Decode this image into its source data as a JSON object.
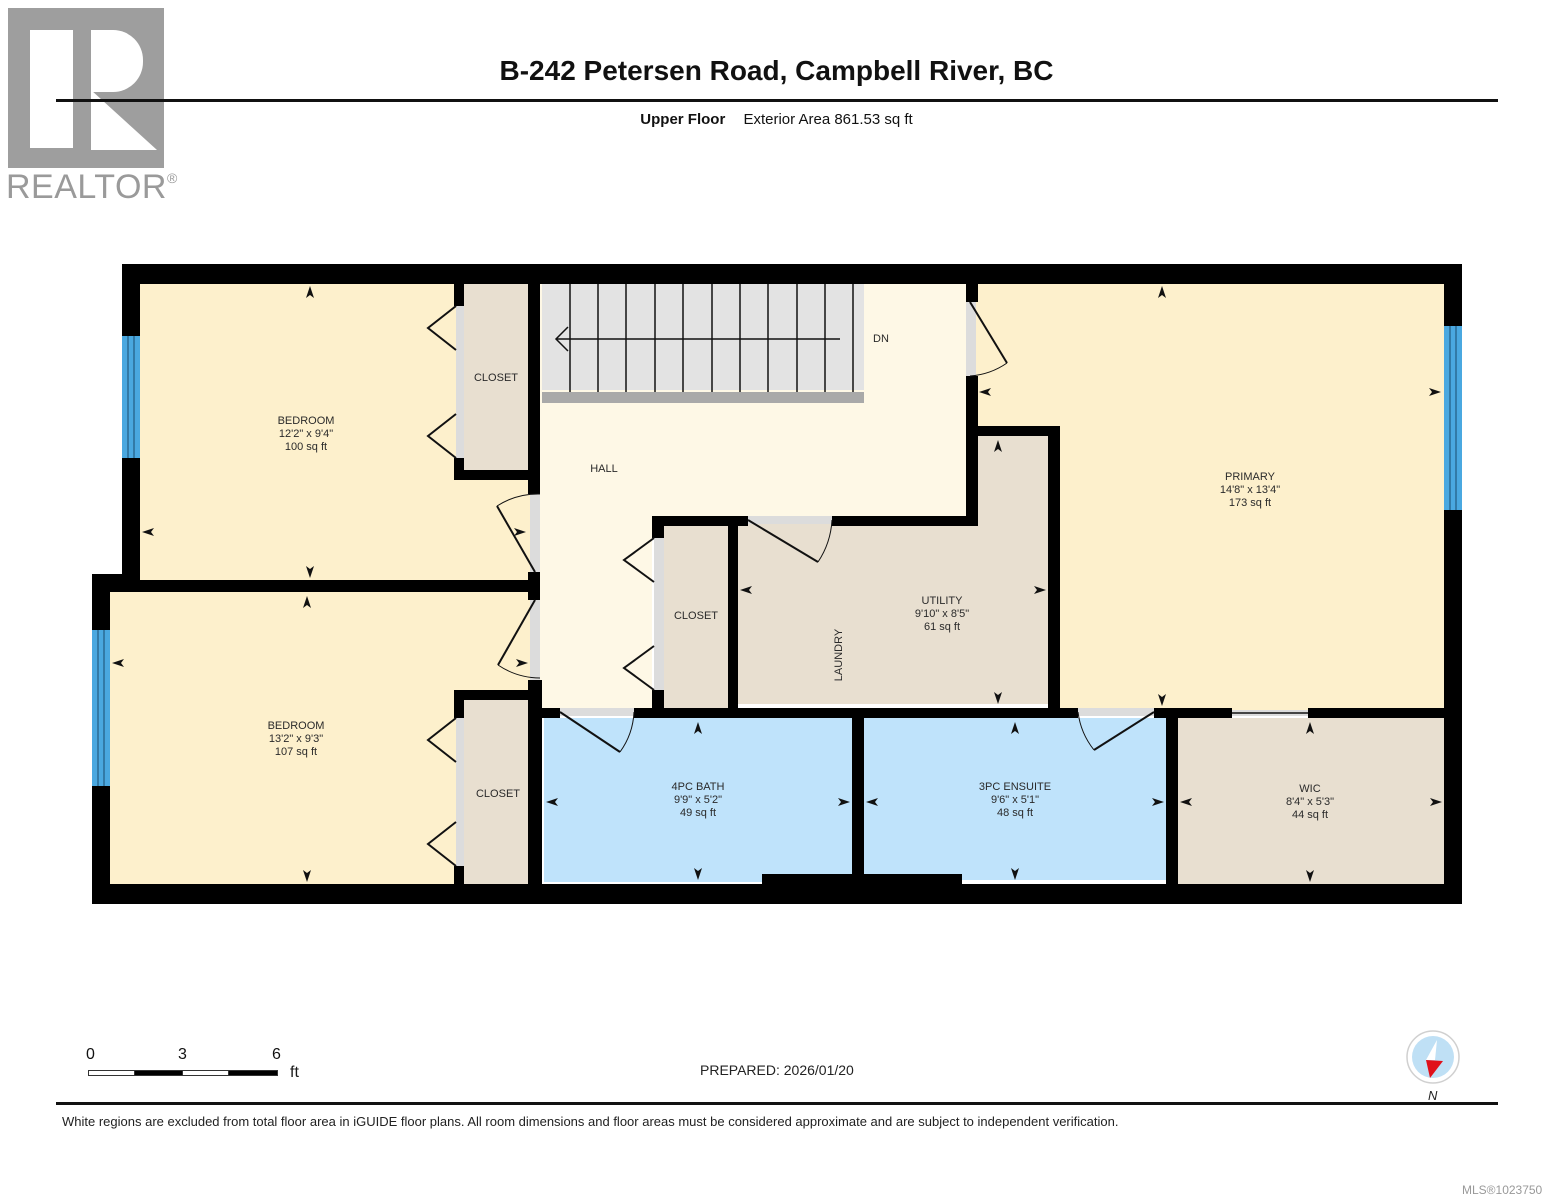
{
  "header": {
    "title": "B-242 Petersen Road, Campbell River, BC",
    "floor_label": "Upper Floor",
    "area_label": "Exterior Area 861.53 sq ft"
  },
  "logo": {
    "text": "REALTOR",
    "mark": "®"
  },
  "colors": {
    "wall": "#000000",
    "bedroom_fill": "#fdf0cc",
    "hall_fill": "#fef8e6",
    "closet_fill": "#e8dfd0",
    "bath_fill": "#bfe3fb",
    "window": "#4aa8e0",
    "door_jamb": "#dcdcdc",
    "stairs": "#e3e3e3"
  },
  "rooms": [
    {
      "name": "BEDROOM",
      "dims": "12'2\" x 9'4\"",
      "area": "100 sq ft"
    },
    {
      "name": "BEDROOM",
      "dims": "13'2\" x 9'3\"",
      "area": "107 sq ft"
    },
    {
      "name": "HALL"
    },
    {
      "name": "UTILITY",
      "dims": "9'10\" x 8'5\"",
      "area": "61 sq ft"
    },
    {
      "name": "PRIMARY",
      "dims": "14'8\" x 13'4\"",
      "area": "173 sq ft"
    },
    {
      "name": "4PC BATH",
      "dims": "9'9\" x 5'2\"",
      "area": "49 sq ft"
    },
    {
      "name": "3PC ENSUITE",
      "dims": "9'6\" x 5'1\"",
      "area": "48 sq ft"
    },
    {
      "name": "WIC",
      "dims": "8'4\" x 5'3\"",
      "area": "44 sq ft"
    },
    {
      "name": "CLOSET"
    },
    {
      "name": "CLOSET"
    },
    {
      "name": "CLOSET"
    }
  ],
  "annotations": {
    "stairs": "DN",
    "laundry": "LAUNDRY"
  },
  "scale_bar": {
    "ticks": [
      "0",
      "3",
      "6"
    ],
    "unit": "ft"
  },
  "prepared": "PREPARED: 2026/01/20",
  "compass": {
    "label": "N"
  },
  "disclaimer": "White regions are excluded from total floor area in iGUIDE floor plans. All room dimensions and floor areas must be considered approximate and are subject to independent verification.",
  "watermark": "MLS®1023750"
}
